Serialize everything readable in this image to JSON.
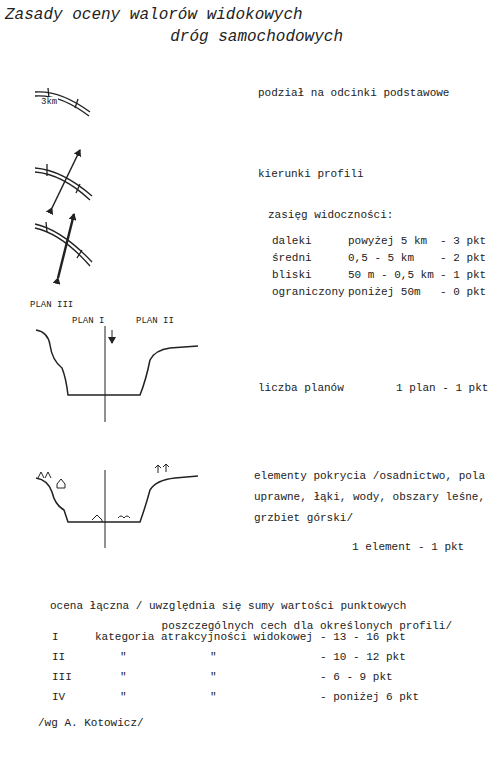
{
  "diagram": {
    "title": "Zasady oceny walorów widokowych dróg samochodowych",
    "labels": [
      "3km",
      "podział na odcinki podstawowe",
      "kierunki profili",
      "zasięg widoczności:",
      "daleki",
      "powyżej 5 km",
      "- 3 pkt",
      "średni",
      "0,5 - 5 km",
      "- 2 pkt",
      "bliski",
      "50 m - 0,5 km",
      "- 1 pkt",
      "ograniczony",
      "poniżej 50m",
      "- 0 pkt",
      "PLAN III",
      "PLAN I",
      "PLAN II",
      "liczba planów",
      "1 plan - 1 pkt",
      "elementy pokrycia /osadnictwo, pola uprawne, łąki, wody, obszary leśne, grzbiet górski/",
      "1 element - 1 pkt",
      "ocena łączna / uwzględnia się sumy wartości punktowych poszczególnych cech dla określonych profili/",
      "I",
      "kategoria atrakcyjności widokowej",
      "- 13 - 16 pkt",
      "II",
      "\"",
      "\"",
      "- 10 - 12 pkt",
      "III",
      "\"",
      "\"",
      "- 6 - 9 pkt",
      "IV",
      "\"",
      "\"",
      "- poniżej 6 pkt",
      "/wg A. Kotowicz/"
    ]
  }
}
